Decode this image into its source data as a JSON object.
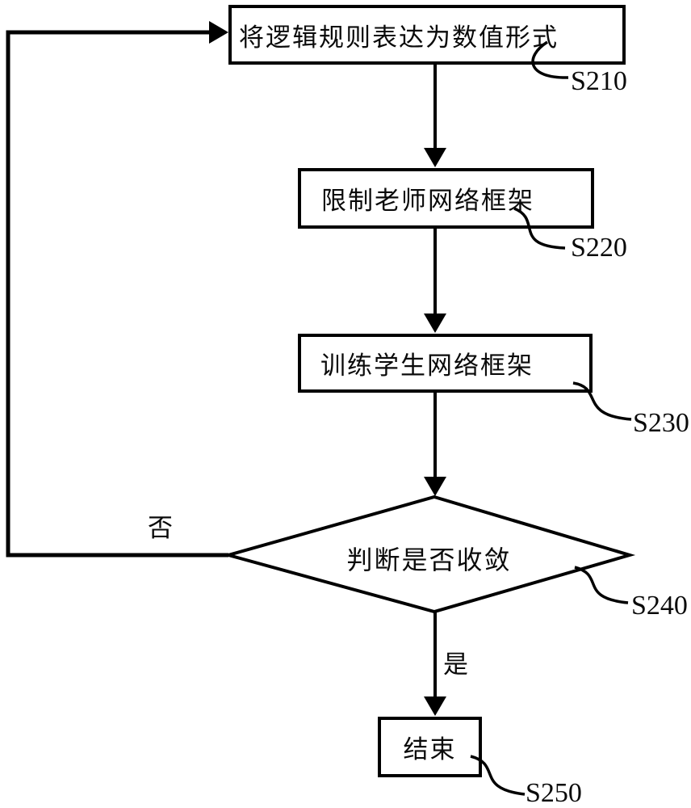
{
  "figure": {
    "kind": "flowchart",
    "background": "#ffffff",
    "ink": "#000000"
  },
  "steps": [
    {
      "id": "S210",
      "label": "将逻辑规则表达为数值形式",
      "shape": "rect"
    },
    {
      "id": "S220",
      "label": "限制老师网络框架",
      "shape": "rect"
    },
    {
      "id": "S230",
      "label": "训练学生网络框架",
      "shape": "rect"
    },
    {
      "id": "S240",
      "label": "判断是否收敛",
      "shape": "diamond"
    },
    {
      "id": "S250",
      "label": "结束",
      "shape": "rect"
    }
  ],
  "branches": {
    "yes": "是",
    "no": "否"
  },
  "edges": [
    {
      "from": "S210",
      "to": "S220",
      "label": ""
    },
    {
      "from": "S220",
      "to": "S230",
      "label": ""
    },
    {
      "from": "S230",
      "to": "S240",
      "label": ""
    },
    {
      "from": "S240",
      "to": "S250",
      "label": "是"
    },
    {
      "from": "S240",
      "to": "S210",
      "label": "否"
    }
  ]
}
